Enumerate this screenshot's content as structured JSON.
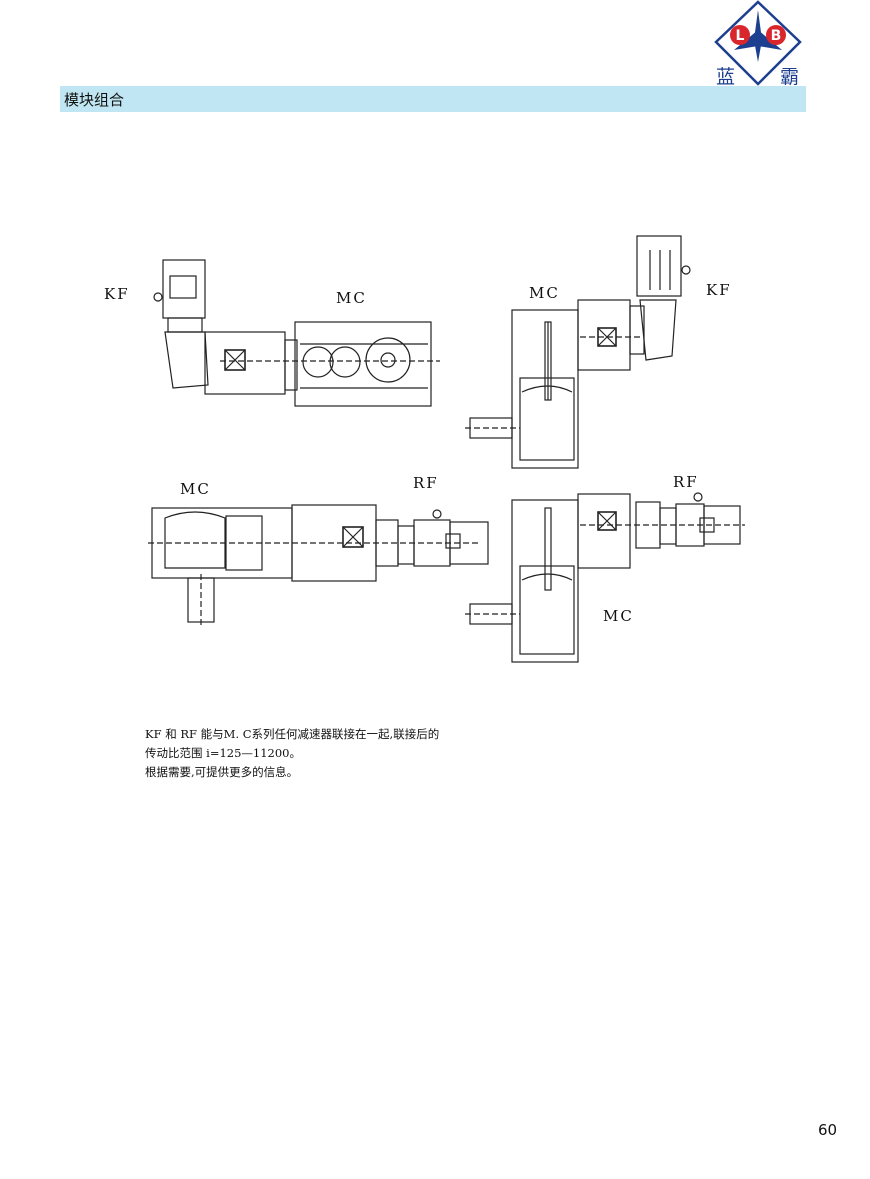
{
  "brand": {
    "logo_letters": [
      "L",
      "B"
    ],
    "logo_name": [
      "蓝",
      "霸"
    ],
    "colors": {
      "red": "#d9262c",
      "blue": "#1d3f8f"
    }
  },
  "section": {
    "title": "模块组合",
    "bar_color": "#bfe6f2"
  },
  "figure_labels": {
    "kf_left": "KF",
    "mc_top_left": "MC",
    "mc_top_right": "MC",
    "kf_right": "KF",
    "mc_bottom_left": "MC",
    "rf_bottom_left": "RF",
    "rf_bottom_right": "RF",
    "mc_bottom_right": "MC"
  },
  "description": [
    "KF 和 RF 能与M. C系列任何减速器联接在一起,联接后的",
    "传动比范围 i=125—11200。",
    "根据需要,可提供更多的信息。"
  ],
  "page_number": "60"
}
